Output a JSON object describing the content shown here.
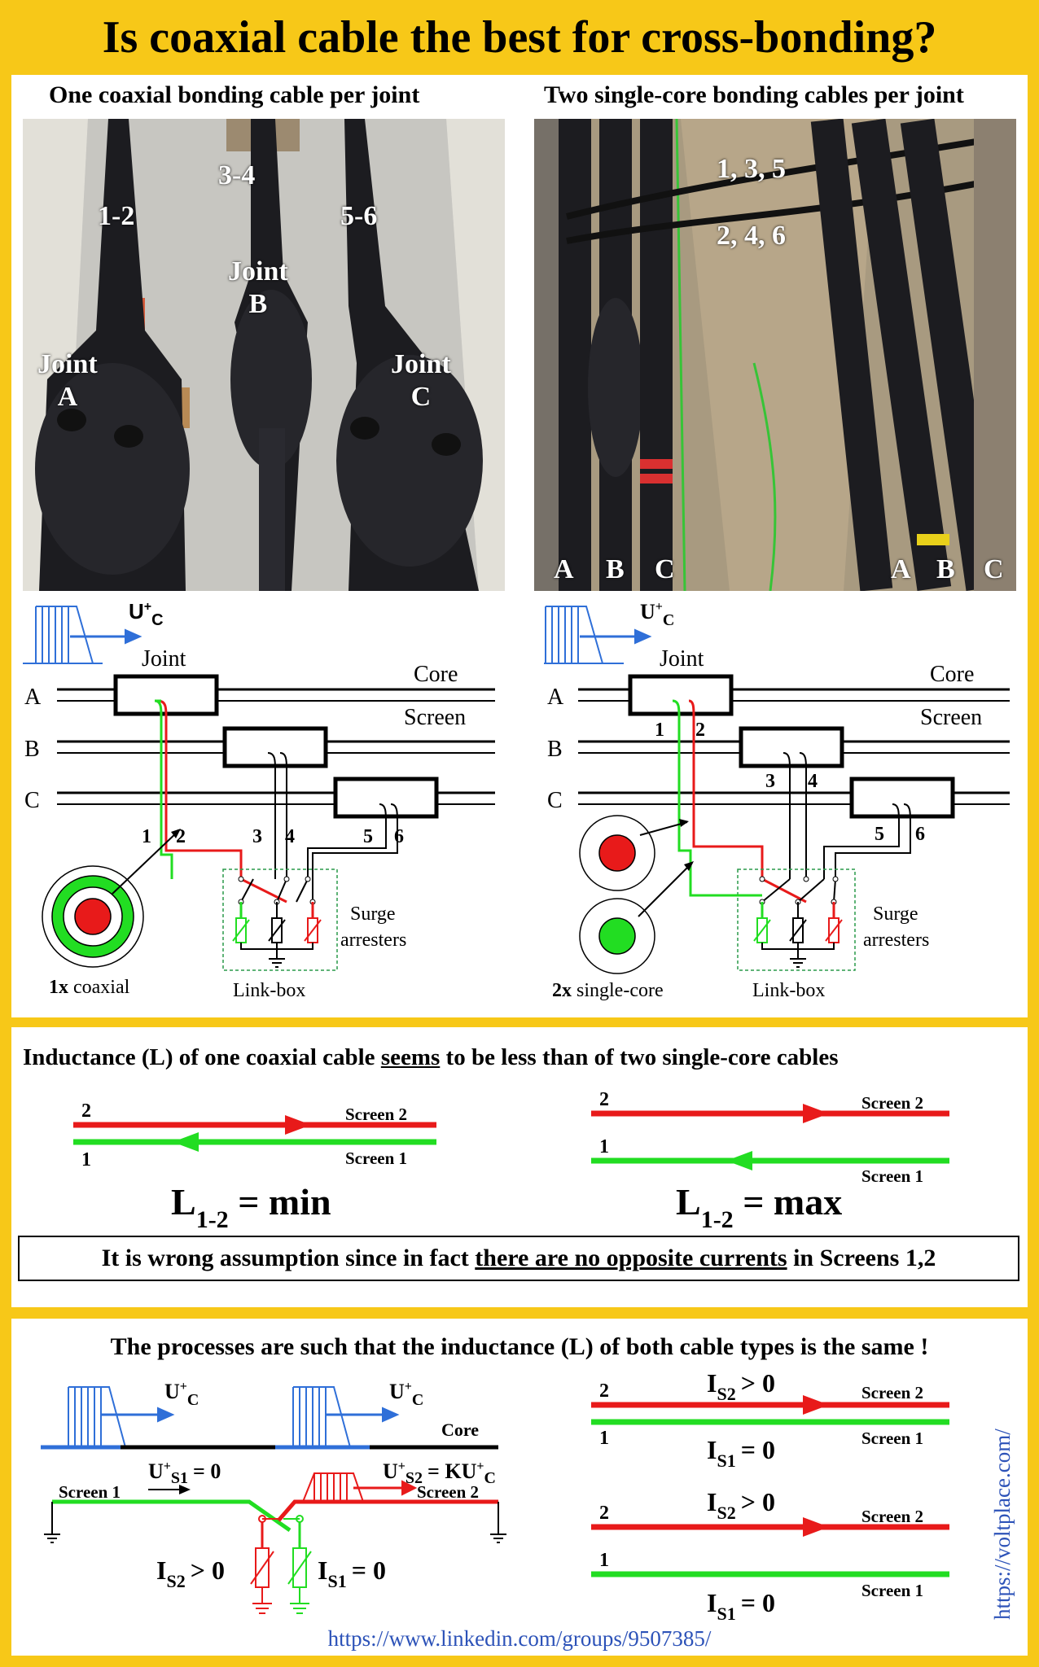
{
  "title": "Is coaxial cable the best for cross-bonding?",
  "left_header": "One coaxial bonding cable per joint",
  "right_header": "Two single-core bonding cables per joint",
  "photo_left": {
    "labels": [
      "1-2",
      "3-4",
      "5-6"
    ],
    "joint_a": [
      "Joint",
      "A"
    ],
    "joint_b": [
      "Joint",
      "B"
    ],
    "joint_c": [
      "Joint",
      "C"
    ]
  },
  "photo_right": {
    "labels": [
      "1, 3, 5",
      "2, 4, 6"
    ],
    "phases_left": [
      "A",
      "B",
      "C"
    ],
    "phases_right": [
      "A",
      "B",
      "C"
    ]
  },
  "schematic": {
    "surge_symbol_main": "U",
    "surge_symbol_sup": "+",
    "surge_symbol_sub": "C",
    "joint_label": "Joint",
    "core_label": "Core",
    "screen_label": "Screen",
    "phases": [
      "A",
      "B",
      "C"
    ],
    "numbers": [
      "1",
      "2",
      "3",
      "4",
      "5",
      "6"
    ],
    "surge_arresters": [
      "Surge",
      "arresters"
    ],
    "link_box": "Link-box",
    "left_cable_count": "1x",
    "left_cable_type": " coaxial",
    "right_cable_count": "2x",
    "right_cable_type": " single-core"
  },
  "inductance": {
    "heading_pre": "Inductance (L) of one coaxial cable ",
    "heading_underlined": "seems",
    "heading_post": " to be less than of two single-core cables",
    "num_2": "2",
    "num_1": "1",
    "screen_2": "Screen 2",
    "screen_1": "Screen 1",
    "l_symbol": "L",
    "l_sub": "1-2",
    "l_min": " = min",
    "l_max": " = max",
    "note_pre": "It is wrong assumption since in fact ",
    "note_underlined": "there are no opposite currents",
    "note_post": " in Screens 1,2"
  },
  "processes": {
    "heading": "The processes are such that the inductance (L) of both cable types is the same !",
    "core_label": "Core",
    "screen_1": "Screen 1",
    "screen_2": "Screen 2",
    "us1": "= 0",
    "us2": "= KU",
    "is2_gt": "> 0",
    "is1_eq": "= 0",
    "i_symbol": "I",
    "s1_sub": "S1",
    "s2_sub": "S2",
    "num_2": "2",
    "num_1": "1"
  },
  "links": {
    "linkedin": "https://www.linkedin.com/groups/9507385/",
    "site": "https://voltplace.com/"
  },
  "colors": {
    "frame": "#f7c818",
    "red": "#e81a1a",
    "green": "#22dd22",
    "blue": "#2f6fd8",
    "link": "#2c52b8"
  }
}
